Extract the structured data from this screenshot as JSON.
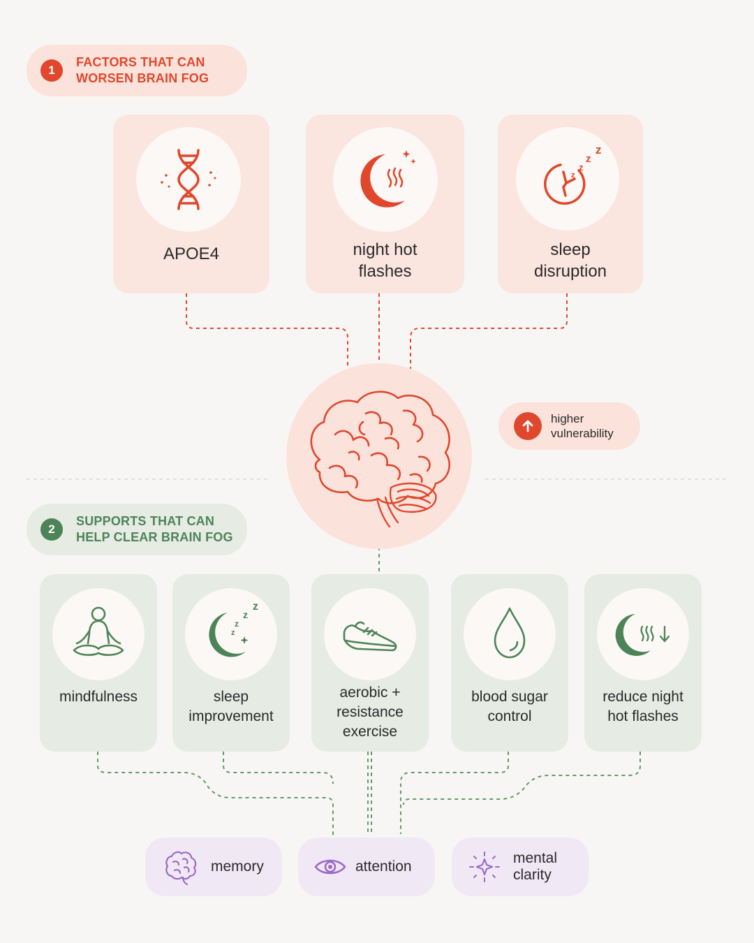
{
  "colors": {
    "red_accent": "#e0472c",
    "red_card": "#fbe5df",
    "green_accent": "#4d8457",
    "green_card": "#e6ebe4",
    "purple_accent": "#9b6bc5",
    "purple_pill": "#f1e8f6"
  },
  "section1": {
    "number": "1",
    "heading": "FACTORS THAT CAN\nWORSEN BRAIN FOG",
    "factors": [
      {
        "label": "APOE4",
        "icon": "dna-icon"
      },
      {
        "label": "night hot\nflashes",
        "icon": "moon-heat-icon"
      },
      {
        "label": "sleep\ndisruption",
        "icon": "broken-clock-sleep-icon"
      }
    ]
  },
  "brain": {
    "icon": "brain-icon"
  },
  "vulnerability": {
    "label": "higher\nvulnerability",
    "icon": "arrow-up-icon"
  },
  "section2": {
    "number": "2",
    "heading": "SUPPORTS THAT CAN\nHELP CLEAR BRAIN FOG",
    "supports": [
      {
        "label": "mindfulness",
        "icon": "meditation-icon"
      },
      {
        "label": "sleep\nimprovement",
        "icon": "moon-sleep-icon"
      },
      {
        "label": "aerobic +\nresistance\nexercise",
        "icon": "sneaker-icon"
      },
      {
        "label": "blood sugar\ncontrol",
        "icon": "water-drop-icon"
      },
      {
        "label": "reduce night\nhot flashes",
        "icon": "moon-heat-down-icon"
      }
    ]
  },
  "outcomes": [
    {
      "label": "memory",
      "icon": "brain-outline-icon"
    },
    {
      "label": "attention",
      "icon": "eye-icon"
    },
    {
      "label": "mental\nclarity",
      "icon": "sparkle-icon"
    }
  ]
}
